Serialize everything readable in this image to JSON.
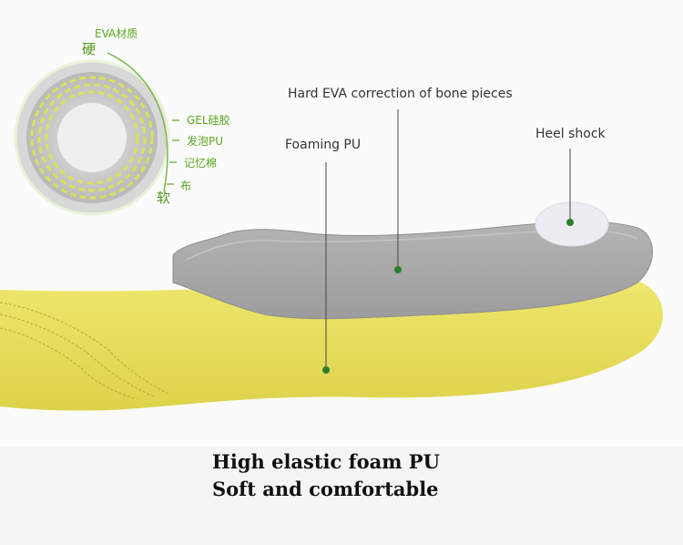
{
  "callouts": {
    "hard_eva": "Hard EVA correction of bone pieces",
    "foaming_pu": "Foaming PU",
    "heel_shock": "Heel shock"
  },
  "layers": {
    "hard": "硬",
    "soft": "软",
    "items": [
      "EVA材质",
      "GEL硅胶",
      "发泡PU",
      "记忆棉",
      "布"
    ]
  },
  "caption": {
    "line1": "High elastic foam PU",
    "line2": "Soft and comfortable"
  },
  "colors": {
    "yellow_foam": "#e8e05a",
    "grey_eva": "#a9a9a9",
    "accent_green": "#5aa81e",
    "dot_green": "#2e7d2e"
  }
}
